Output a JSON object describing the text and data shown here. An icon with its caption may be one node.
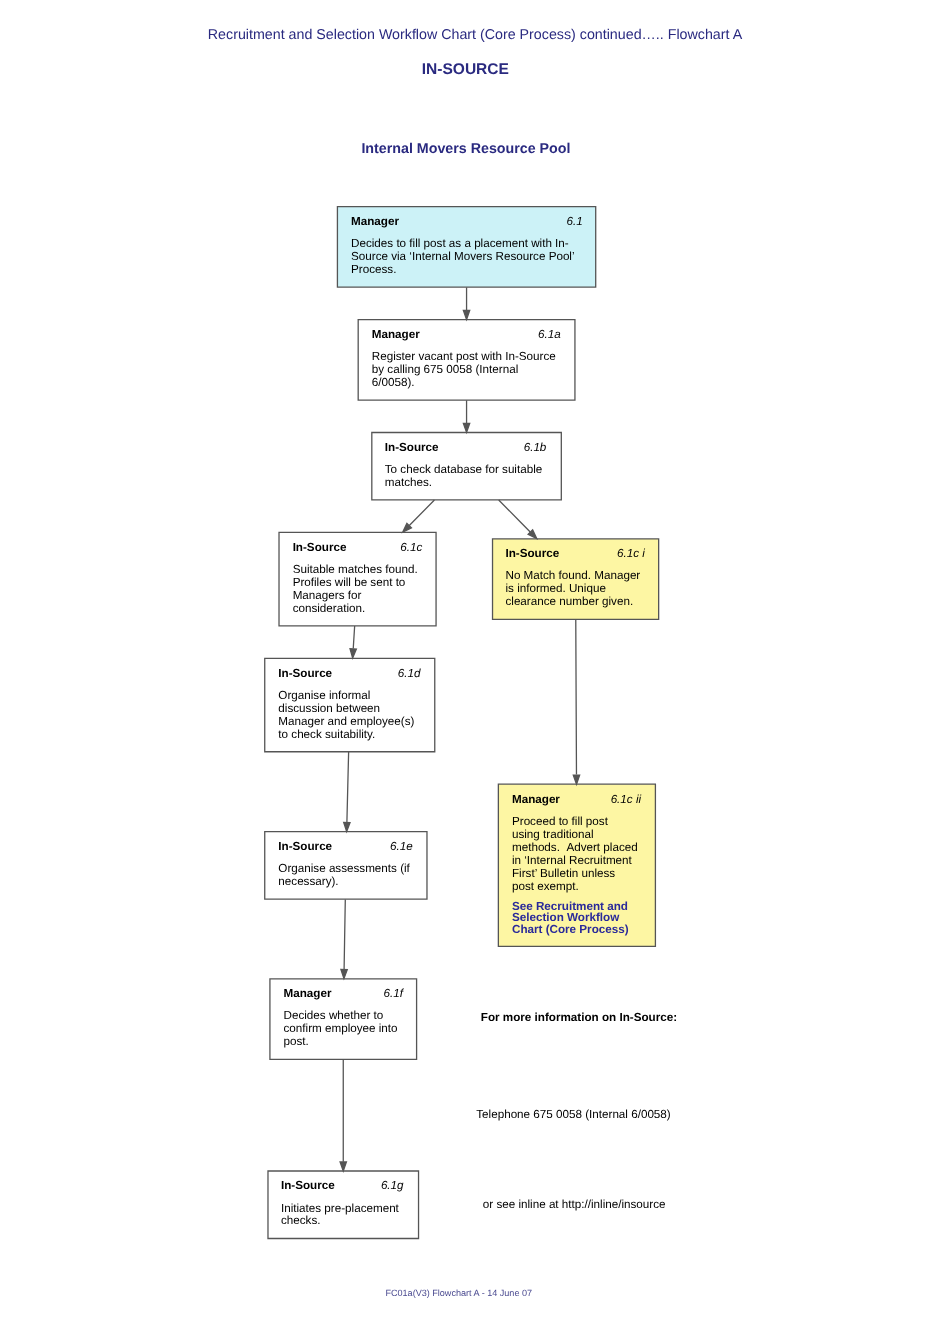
{
  "diagram": {
    "title": "Recruitment and Selection Workflow Chart (Core Process) continued….. Flowchart A",
    "nodes": [
      {
        "text": [
          "Manager",
          "6.1",
          "Decides to fill post as a placement with In-Source via ‘Internal Movers Resource Pool’ Process."
        ]
      },
      {
        "text": [
          "Manager",
          "6.1a",
          "Register vacant post with In-Source by calling 675 0058 (Internal 6/0058)."
        ]
      },
      {
        "text": [
          "In-Source",
          "6.1b",
          "To check database for suitable matches."
        ]
      },
      {
        "text": [
          "In-Source",
          "6.1c",
          "Suitable matches found. Profiles will be sent to Managers for consideration."
        ]
      },
      {
        "text": [
          "In-Source",
          "6.1c i",
          "No Match found. Manager is informed. Unique clearance number given."
        ]
      },
      {
        "text": [
          "In-Source",
          "6.1d",
          "Organise informal discussion between Manager and employee(s) to check suitability."
        ]
      },
      {
        "text": [
          "Manager",
          "6.1c ii",
          "Proceed to fill post using traditional methods.  Advert placed in ‘Internal Recruitment First’ Bulletin unless post exempt.",
          "See Recruitment and Selection Workflow Chart (Core Process)"
        ]
      },
      {
        "text": [
          "In-Source",
          "6.1e",
          "Organise assessments (if necessary)."
        ]
      },
      {
        "text": [
          "Manager",
          "6.1f",
          "Decides whether to confirm employee into post."
        ]
      },
      {
        "text": [
          "In-Source",
          "6.1g",
          "Initiates pre-placement checks."
        ]
      }
    ],
    "edges": [
      {
        "from": 0,
        "to": 1,
        "arrow": "to"
      },
      {
        "from": 1,
        "to": 2,
        "arrow": "to"
      },
      {
        "from": 2,
        "to": 3,
        "arrow": "to"
      },
      {
        "from": 2,
        "to": 4,
        "arrow": "to"
      },
      {
        "from": 3,
        "to": 5,
        "arrow": "to"
      },
      {
        "from": 4,
        "to": 6,
        "arrow": "to"
      },
      {
        "from": 5,
        "to": 7,
        "arrow": "to"
      },
      {
        "from": 7,
        "to": 8,
        "arrow": "to"
      },
      {
        "from": 8,
        "to": 9,
        "arrow": "to"
      }
    ],
    "labels": [
      "IN-SOURCE",
      "Internal Movers Resource Pool",
      "For more information on In-Source:",
      "Telephone 675 0058 (Internal 6/0058)",
      "or see inline at http://inline/insource",
      "FC01a(V3) Flowchart A - 14 June 07"
    ]
  }
}
